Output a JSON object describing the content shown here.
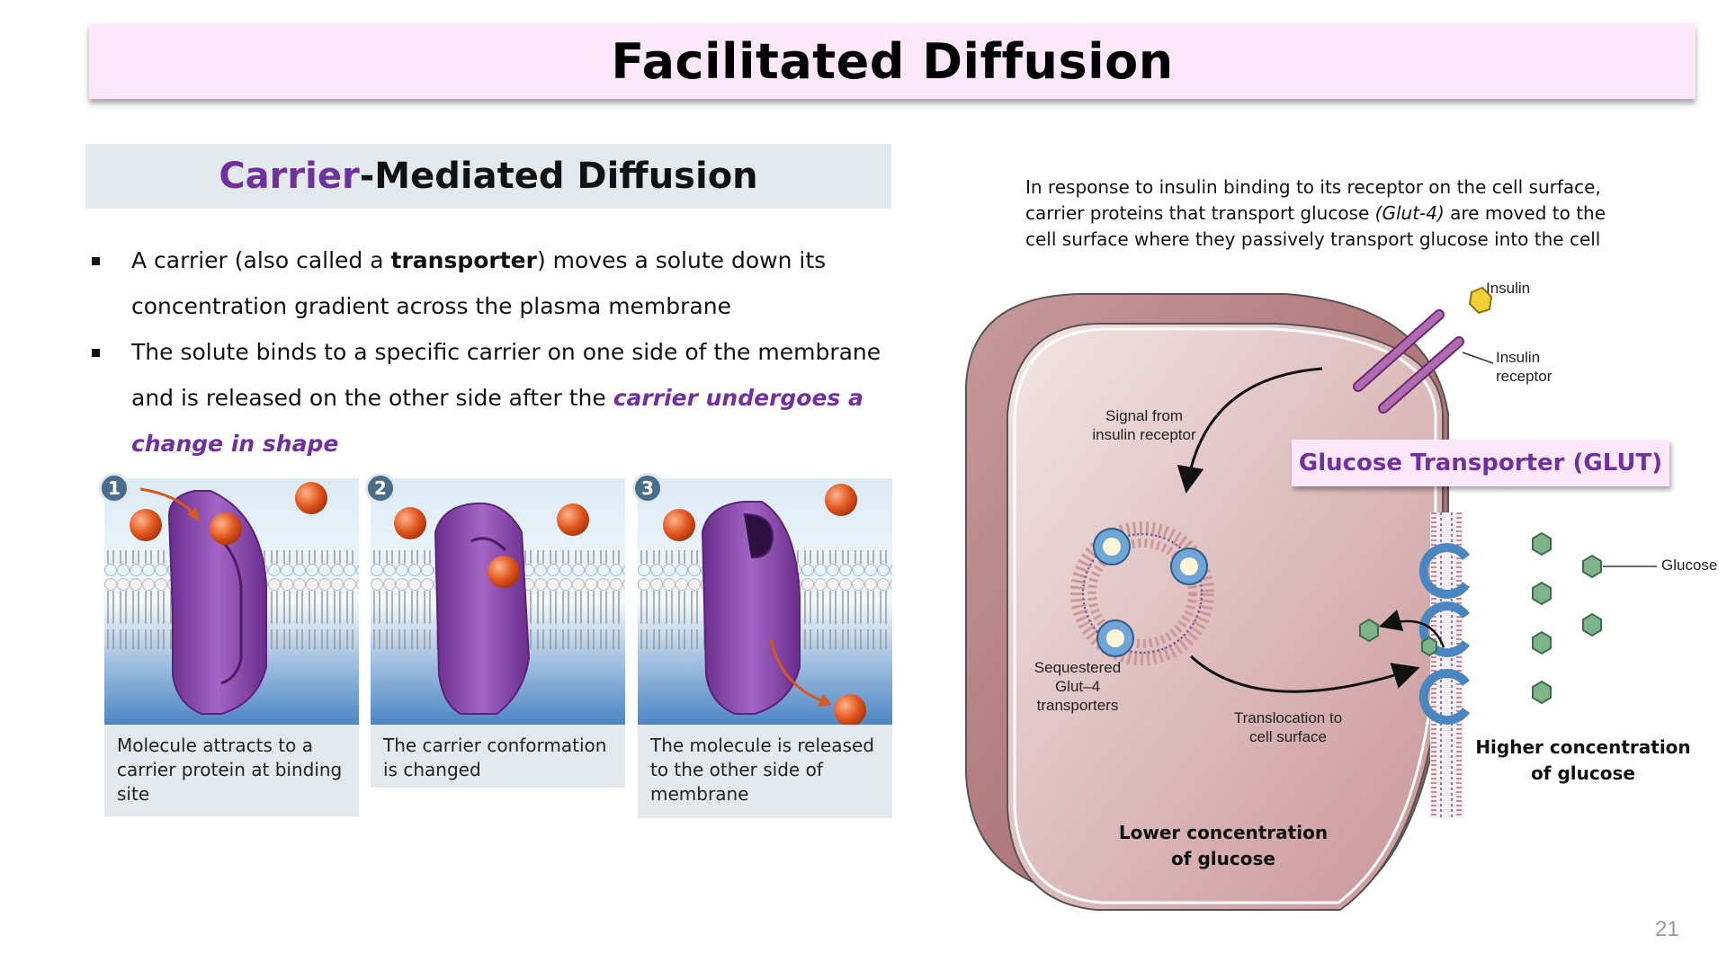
{
  "title": "Facilitated Diffusion",
  "subtitle": {
    "accent": "Carrier",
    "rest": "-Mediated Diffusion"
  },
  "bullets": [
    {
      "pre": " A  carrier (also called a ",
      "bold": "transporter",
      "post": ") moves a solute down its concentration gradient across the plasma membrane"
    },
    {
      "pre": "The solute binds to a specific carrier on one side of the membrane and is released on the other side after the ",
      "emph": "carrier undergoes a change in shape"
    }
  ],
  "steps": [
    {
      "number": "1",
      "caption": "Molecule attracts to a carrier protein at binding site"
    },
    {
      "number": "2",
      "caption": "The carrier conformation is changed"
    },
    {
      "number": "3",
      "caption": "The molecule is released to the other side of membrane"
    }
  ],
  "right_intro": {
    "pre": "In response to insulin binding to its receptor on the cell surface, carrier proteins that transport glucose ",
    "italic": "(Glut-4)",
    "post": " are moved to the cell surface where they passively transport glucose into the cell"
  },
  "diagram": {
    "insulin": "Insulin",
    "insulin_receptor": "Insulin receptor",
    "signal": "Signal from insulin receptor",
    "sequestered": "Sequestered Glut–4 transporters",
    "translocation": "Translocation to cell surface",
    "glucose": "Glucose",
    "lower": "Lower concentration of glucose",
    "higher": "Higher concentration of glucose",
    "glut_box": "Glucose Transporter (GLUT)"
  },
  "colors": {
    "purple_accent": "#7030a0",
    "title_bg": "#fde7fb",
    "caption_bg": "#e3e9ec",
    "cell_fill": "#dcbcbc",
    "glucose_fill": "#7fb48a"
  },
  "page_number": "21"
}
